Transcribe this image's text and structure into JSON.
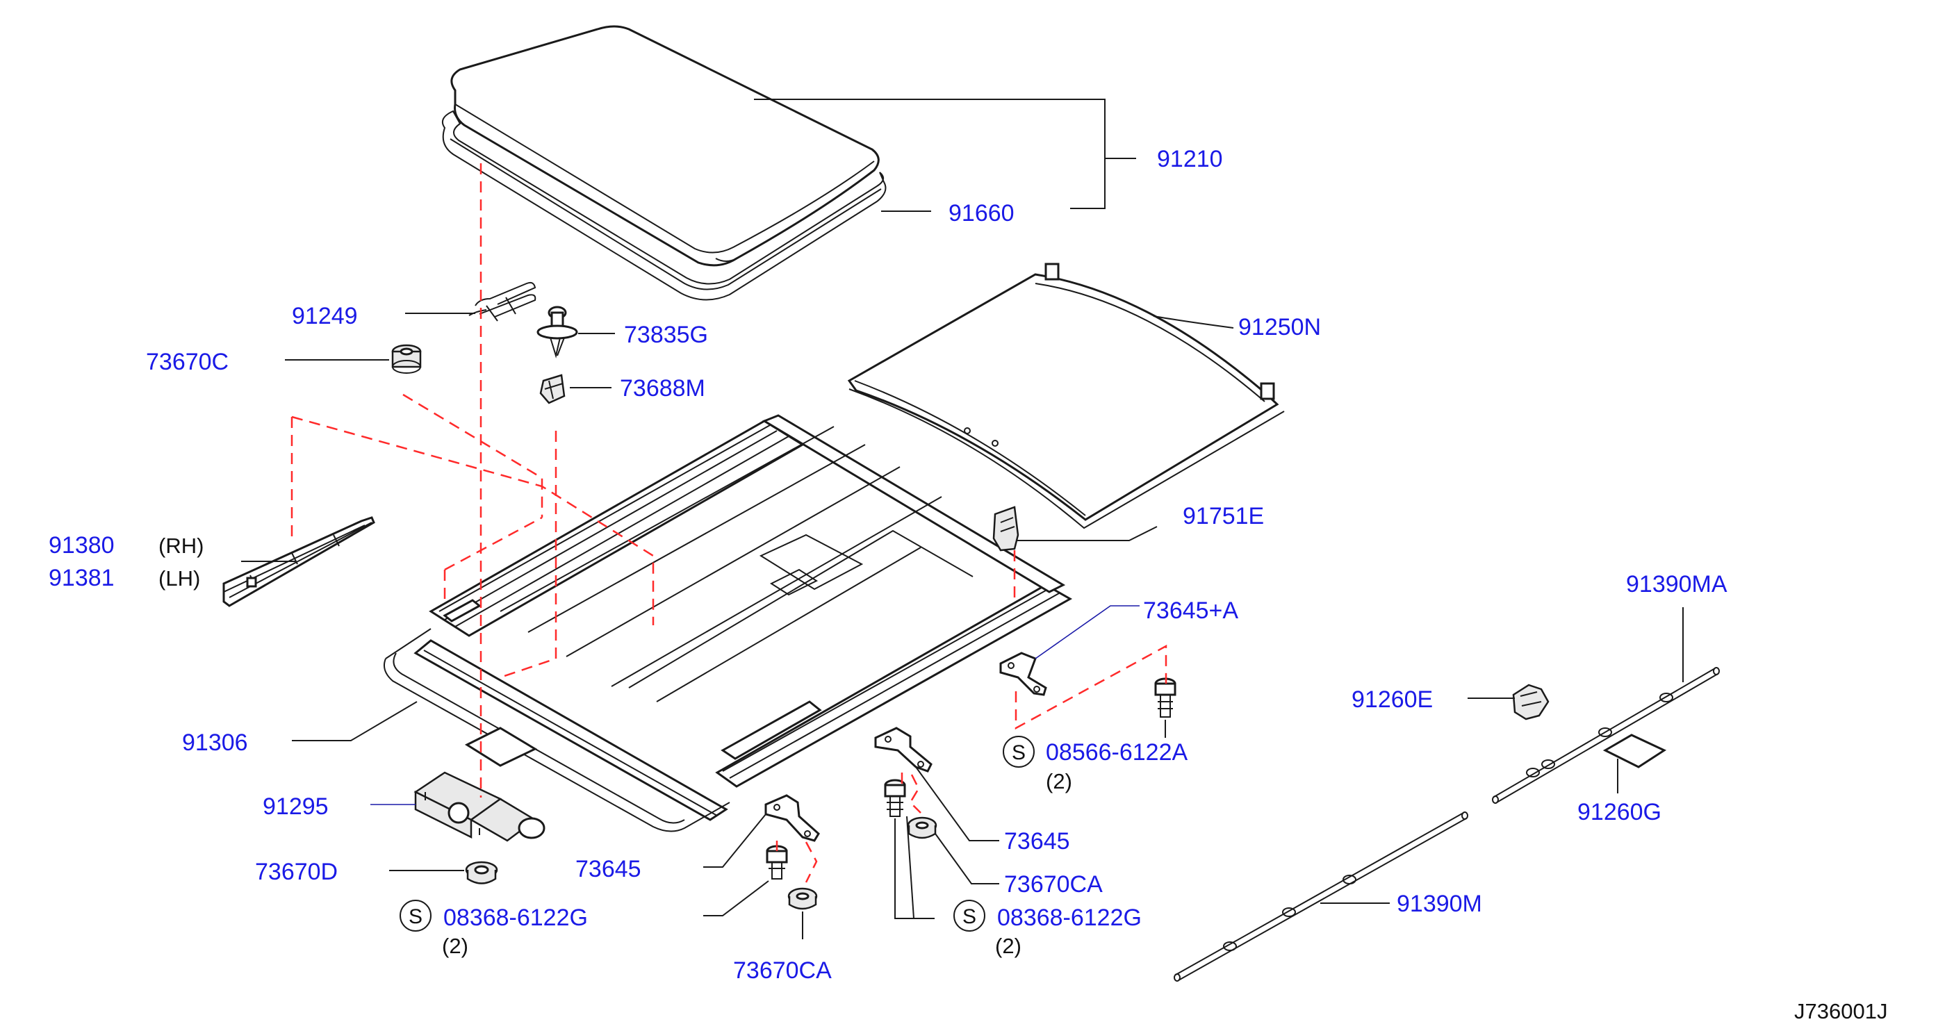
{
  "diagram_id": "J736001J",
  "colors": {
    "label": "#1a1ae6",
    "leader": "#1a1a1a",
    "dashed_guide": "#ff2a2a"
  },
  "labels": {
    "p91210": "91210",
    "p91660": "91660",
    "p91249": "91249",
    "p73835G": "73835G",
    "p73670C": "73670C",
    "p73688M": "73688M",
    "p91250N": "91250N",
    "p91751E": "91751E",
    "p91380": "91380",
    "p91380_side": "(RH)",
    "p91381": "91381",
    "p91381_side": "(LH)",
    "p73645A": "73645+A",
    "p91390MA": "91390MA",
    "p91260E": "91260E",
    "p08566": "08566-6122A",
    "p08566_qty": "(2)",
    "p91306": "91306",
    "p91260G": "91260G",
    "p91295": "91295",
    "p73645_right": "73645",
    "p73670D": "73670D",
    "p73645_left": "73645",
    "p73670CA_right": "73670CA",
    "p08368_left": "08368-6122G",
    "p08368_left_qty": "(2)",
    "p08368_right": "08368-6122G",
    "p08368_right_qty": "(2)",
    "p91390M": "91390M",
    "p73670CA_left": "73670CA",
    "s_symbol": "S"
  }
}
